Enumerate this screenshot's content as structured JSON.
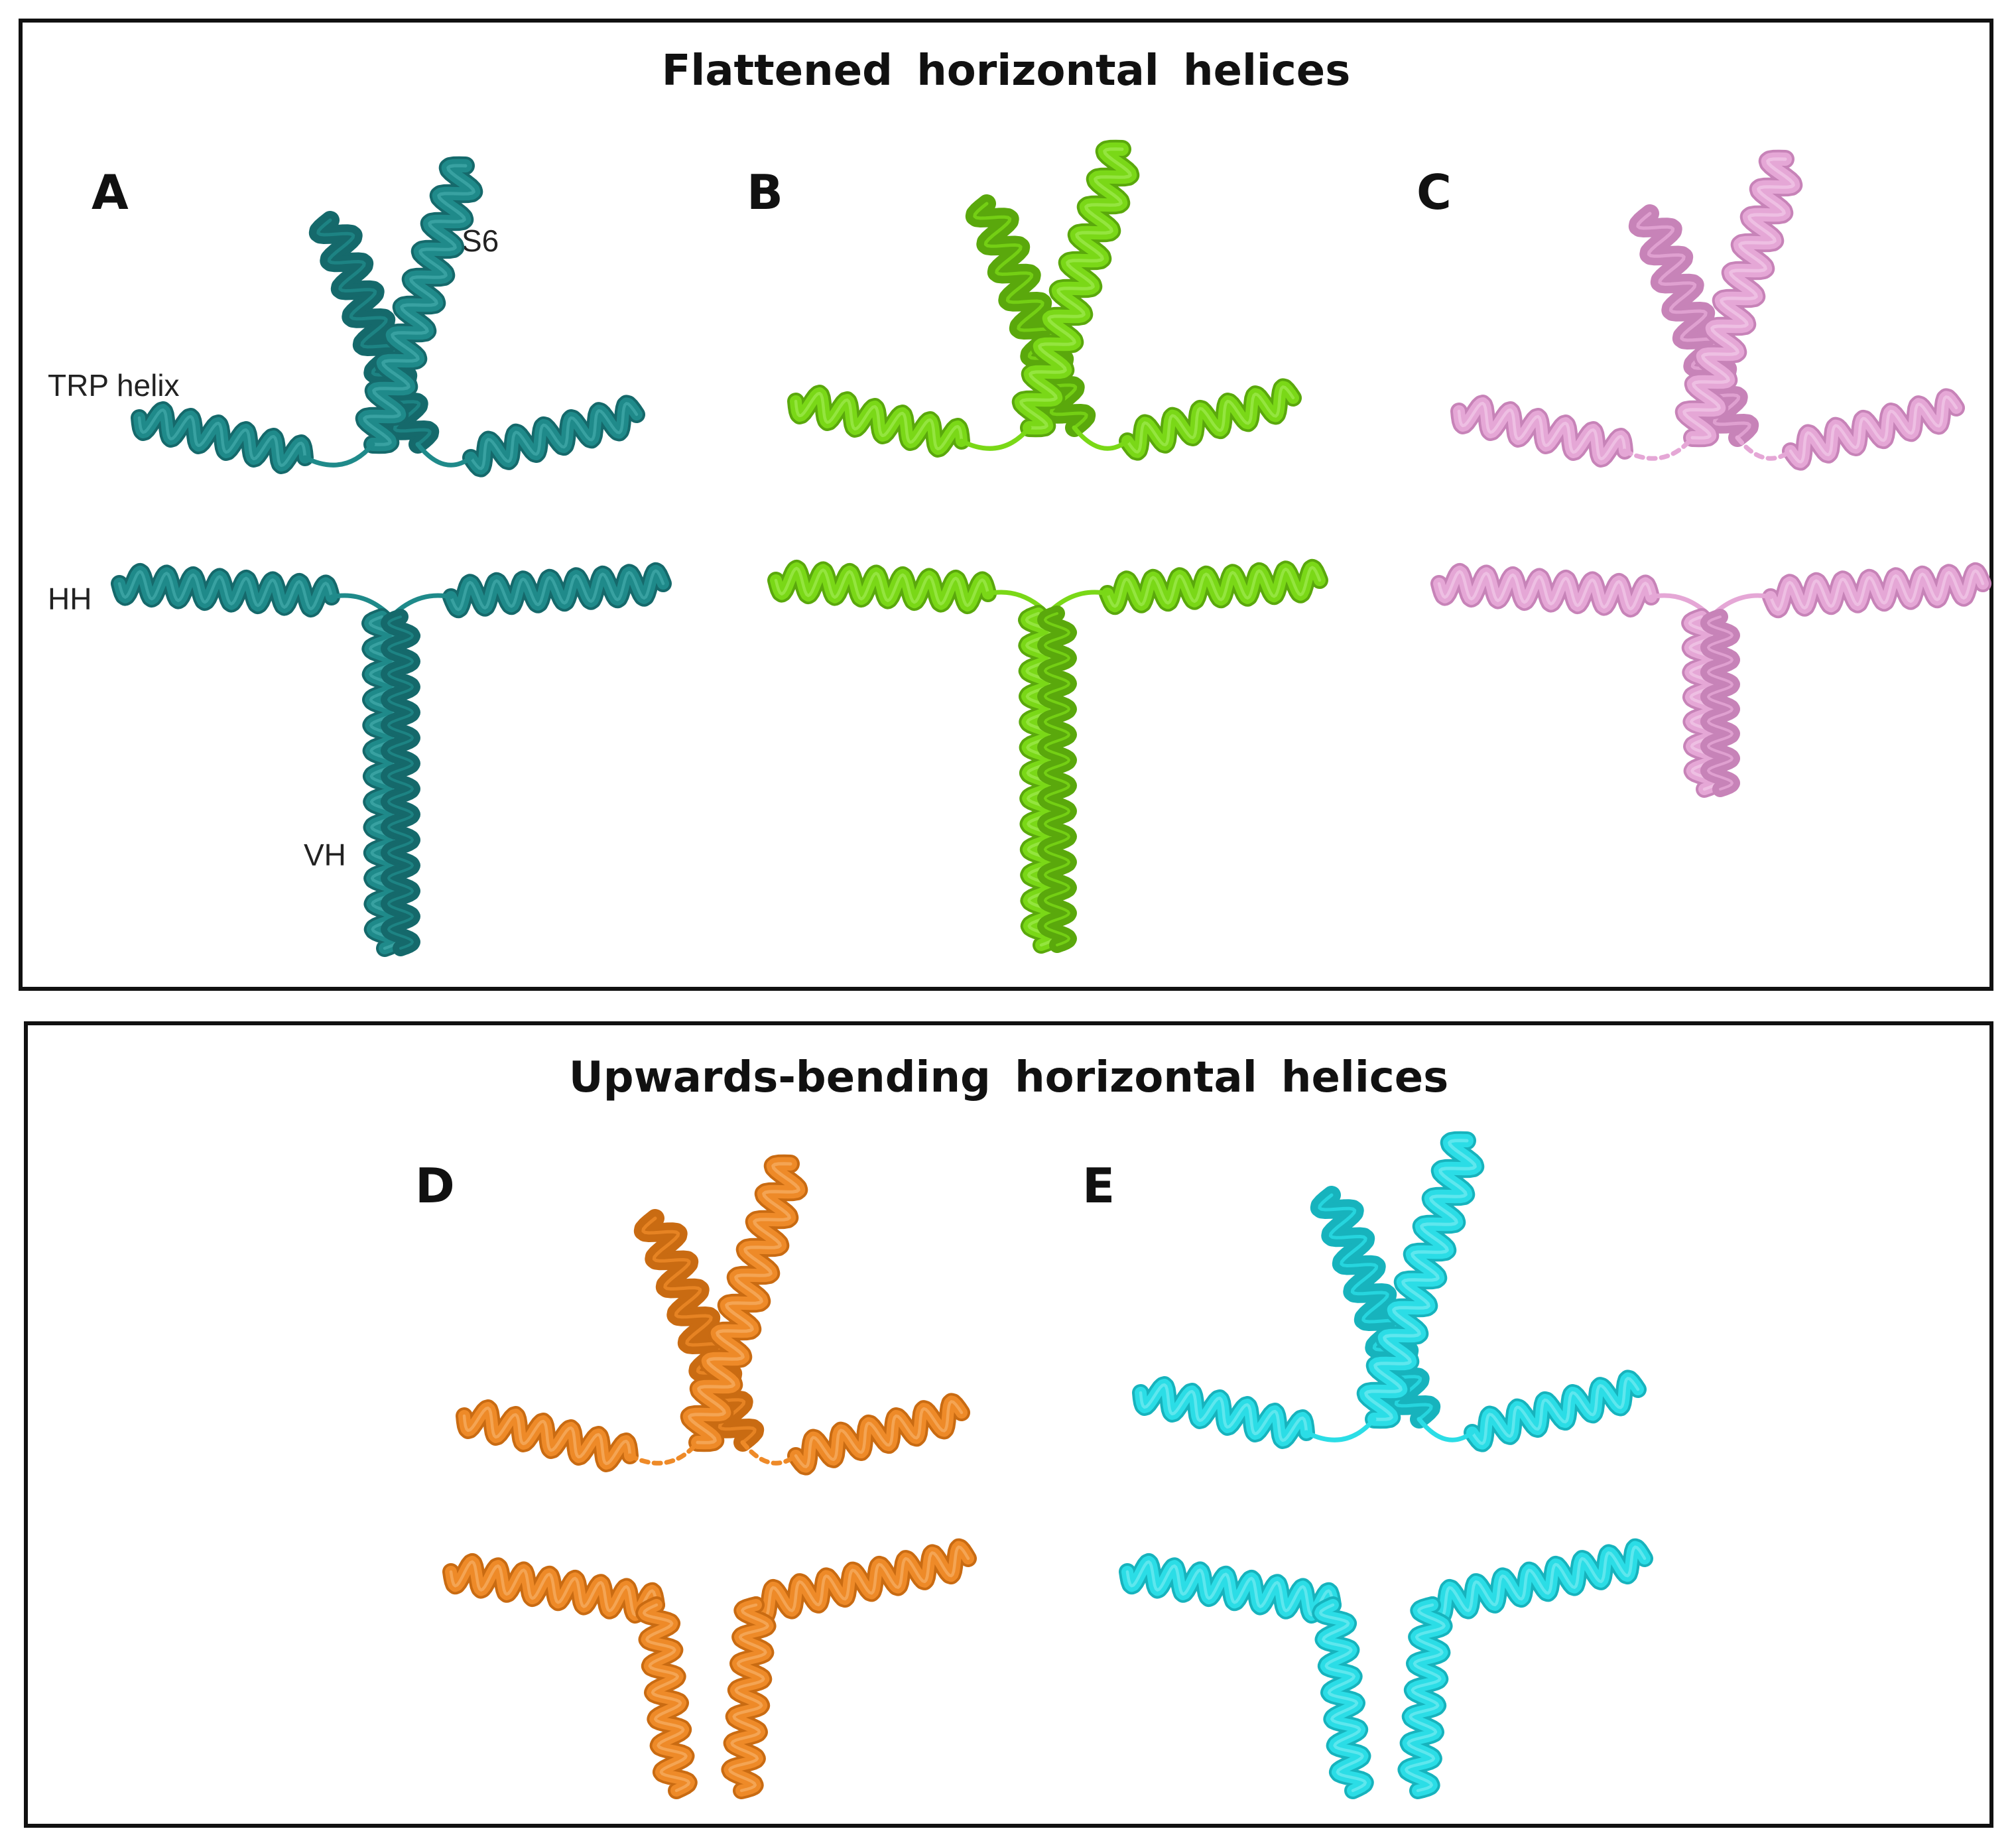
{
  "figure": {
    "top_title": "Flattened horizontal helices",
    "bottom_title": "Upwards-bending horizontal helices"
  },
  "panels": [
    {
      "letter": "A",
      "color": "#1f8a8a",
      "shade": "#15696b",
      "light": "#3fa6a6",
      "style": "flat",
      "vh_length": "long"
    },
    {
      "letter": "B",
      "color": "#7ad817",
      "shade": "#5aa80c",
      "light": "#9be84a",
      "style": "flat",
      "vh_length": "long"
    },
    {
      "letter": "C",
      "color": "#e5a7d6",
      "shade": "#c783b8",
      "light": "#f0c6e6",
      "style": "flat",
      "vh_length": "short",
      "dashed_linker": true
    },
    {
      "letter": "D",
      "color": "#ee8a28",
      "shade": "#c96b12",
      "light": "#f5aa5e",
      "style": "bend",
      "dashed_linker": true
    },
    {
      "letter": "E",
      "color": "#2bdde6",
      "shade": "#17b3bd",
      "light": "#6ceaf0",
      "style": "bend"
    }
  ],
  "labels": {
    "s6": "S6",
    "trp": "TRP helix",
    "hh": "HH",
    "vh": "VH"
  }
}
